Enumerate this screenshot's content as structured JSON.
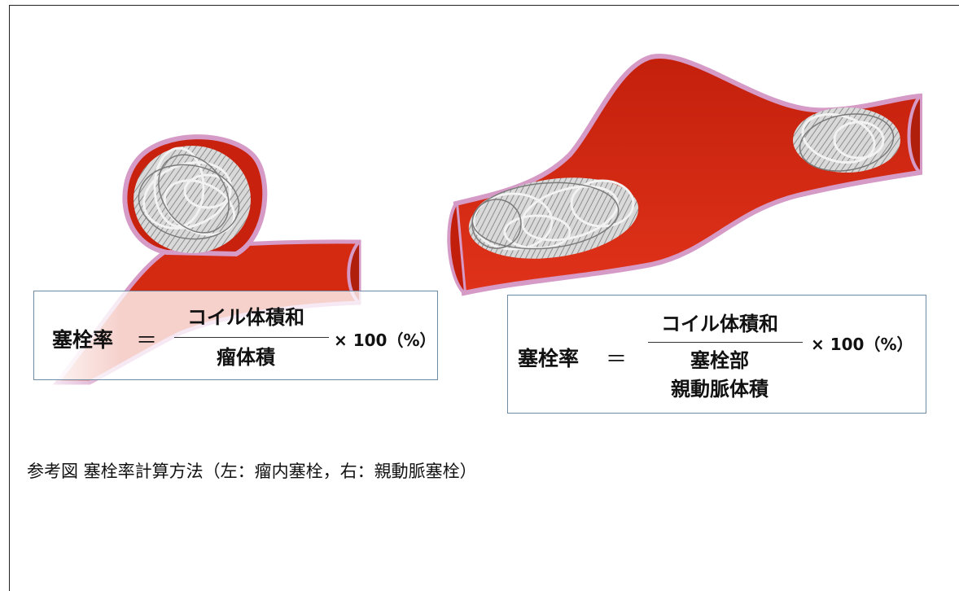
{
  "left_formula": {
    "lhs": "塞栓率",
    "eq": "＝",
    "numerator": "コイル体積和",
    "denominator": "瘤体積",
    "multiplier": "× 100（%）"
  },
  "right_formula": {
    "lhs": "塞栓率",
    "eq": "＝",
    "numerator": "コイル体積和",
    "denominator_line1": "塞栓部",
    "denominator_line2": "親動脈体積",
    "multiplier": "× 100（%）"
  },
  "caption": "参考図 塞栓率計算方法（左：瘤内塞栓，右：親動脈塞栓）",
  "colors": {
    "vessel_red": "#d42a12",
    "vessel_inner": "#b01f0c",
    "vessel_wall": "#d59ac6",
    "coil": "#d9d9d9",
    "border": "#6f8ba3"
  }
}
